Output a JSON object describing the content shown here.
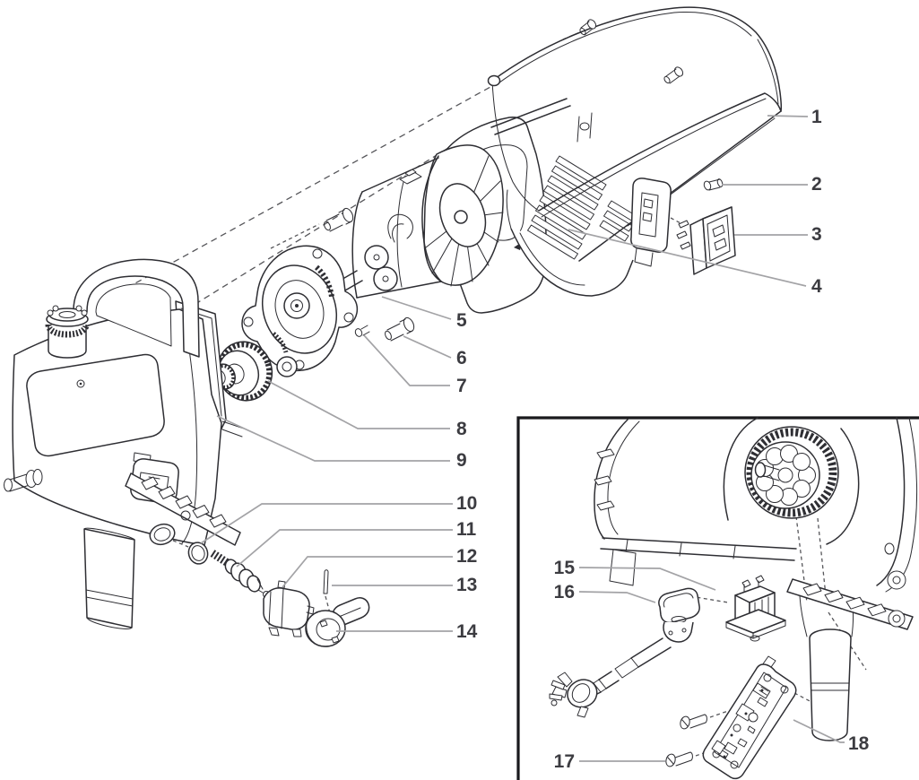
{
  "figure": {
    "kind": "exploded-parts-diagram",
    "colors": {
      "background": "#ffffff",
      "artwork_line": "#2e2e33",
      "leader_line": "#a3a3a6",
      "dashed_line": "#56565a",
      "callout_text": "#3c3c41",
      "inset_border": "#19191c"
    },
    "callouts": [
      {
        "label": "1"
      },
      {
        "label": "2"
      },
      {
        "label": "3"
      },
      {
        "label": "4"
      },
      {
        "label": "5"
      },
      {
        "label": "6"
      },
      {
        "label": "7"
      },
      {
        "label": "8"
      },
      {
        "label": "9"
      },
      {
        "label": "10"
      },
      {
        "label": "11"
      },
      {
        "label": "12"
      },
      {
        "label": "13"
      },
      {
        "label": "14"
      },
      {
        "label": "15"
      },
      {
        "label": "16"
      },
      {
        "label": "17"
      },
      {
        "label": "18"
      }
    ],
    "inset": {
      "has_border": true,
      "callout_labels": [
        "15",
        "16",
        "17",
        "18"
      ]
    }
  }
}
